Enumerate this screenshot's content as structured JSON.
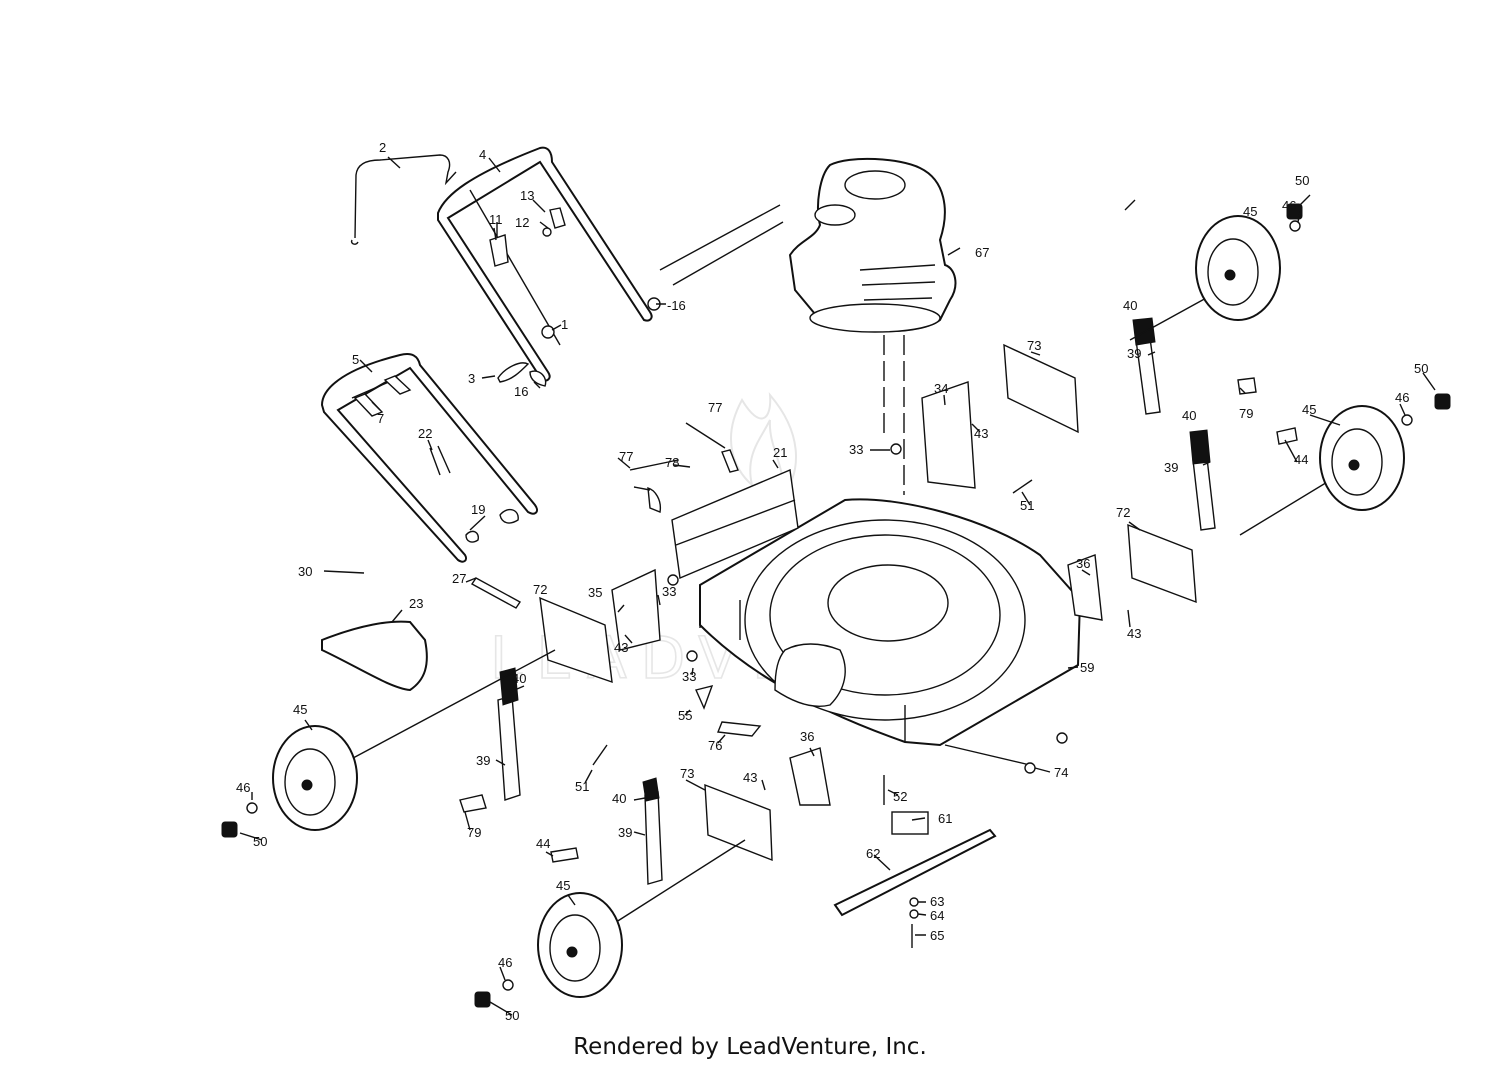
{
  "watermark": "LEADVENTURE",
  "footer": "Rendered by LeadVenture, Inc.",
  "callouts": [
    {
      "id": "c1",
      "text": "1"
    },
    {
      "id": "c2",
      "text": "2"
    },
    {
      "id": "c3",
      "text": "3"
    },
    {
      "id": "c4",
      "text": "4"
    },
    {
      "id": "c5",
      "text": "5"
    },
    {
      "id": "c7",
      "text": "7"
    },
    {
      "id": "c11",
      "text": "11"
    },
    {
      "id": "c12",
      "text": "12"
    },
    {
      "id": "c13",
      "text": "13"
    },
    {
      "id": "c16a",
      "text": "-16"
    },
    {
      "id": "c16b",
      "text": "16"
    },
    {
      "id": "c19",
      "text": "19"
    },
    {
      "id": "c21",
      "text": "21"
    },
    {
      "id": "c22",
      "text": "22"
    },
    {
      "id": "c23",
      "text": "23"
    },
    {
      "id": "c27",
      "text": "27"
    },
    {
      "id": "c30",
      "text": "30"
    },
    {
      "id": "c33a",
      "text": "33"
    },
    {
      "id": "c33b",
      "text": "33"
    },
    {
      "id": "c33c",
      "text": "33"
    },
    {
      "id": "c34",
      "text": "34"
    },
    {
      "id": "c35",
      "text": "35"
    },
    {
      "id": "c36a",
      "text": "36"
    },
    {
      "id": "c36b",
      "text": "36"
    },
    {
      "id": "c39a",
      "text": "39"
    },
    {
      "id": "c39b",
      "text": "39"
    },
    {
      "id": "c39c",
      "text": "39"
    },
    {
      "id": "c39d",
      "text": "39"
    },
    {
      "id": "c40a",
      "text": "40"
    },
    {
      "id": "c40b",
      "text": "40"
    },
    {
      "id": "c40c",
      "text": "40"
    },
    {
      "id": "c40d",
      "text": "40"
    },
    {
      "id": "c43a",
      "text": "43"
    },
    {
      "id": "c43b",
      "text": "43"
    },
    {
      "id": "c43c",
      "text": "43"
    },
    {
      "id": "c43d",
      "text": "43"
    },
    {
      "id": "c44a",
      "text": "44"
    },
    {
      "id": "c44b",
      "text": "44"
    },
    {
      "id": "c45a",
      "text": "45"
    },
    {
      "id": "c45b",
      "text": "45"
    },
    {
      "id": "c45c",
      "text": "45"
    },
    {
      "id": "c45d",
      "text": "45"
    },
    {
      "id": "c46a",
      "text": "46"
    },
    {
      "id": "c46b",
      "text": "46"
    },
    {
      "id": "c46c",
      "text": "46"
    },
    {
      "id": "c46d",
      "text": "46"
    },
    {
      "id": "c50a",
      "text": "50"
    },
    {
      "id": "c50b",
      "text": "50"
    },
    {
      "id": "c50c",
      "text": "50"
    },
    {
      "id": "c50d",
      "text": "50"
    },
    {
      "id": "c51a",
      "text": "51"
    },
    {
      "id": "c51b",
      "text": "51"
    },
    {
      "id": "c52",
      "text": "52"
    },
    {
      "id": "c55",
      "text": "55"
    },
    {
      "id": "c59",
      "text": "59"
    },
    {
      "id": "c61",
      "text": "61"
    },
    {
      "id": "c62",
      "text": "62"
    },
    {
      "id": "c63",
      "text": "63"
    },
    {
      "id": "c64",
      "text": "64"
    },
    {
      "id": "c65",
      "text": "65"
    },
    {
      "id": "c67",
      "text": "67"
    },
    {
      "id": "c72a",
      "text": "72"
    },
    {
      "id": "c72b",
      "text": "72"
    },
    {
      "id": "c73a",
      "text": "73"
    },
    {
      "id": "c73b",
      "text": "73"
    },
    {
      "id": "c74",
      "text": "74"
    },
    {
      "id": "c76",
      "text": "76"
    },
    {
      "id": "c77a",
      "text": "77"
    },
    {
      "id": "c77b",
      "text": "77"
    },
    {
      "id": "c78",
      "text": "78"
    },
    {
      "id": "c79a",
      "text": "79"
    },
    {
      "id": "c79b",
      "text": "79"
    }
  ]
}
